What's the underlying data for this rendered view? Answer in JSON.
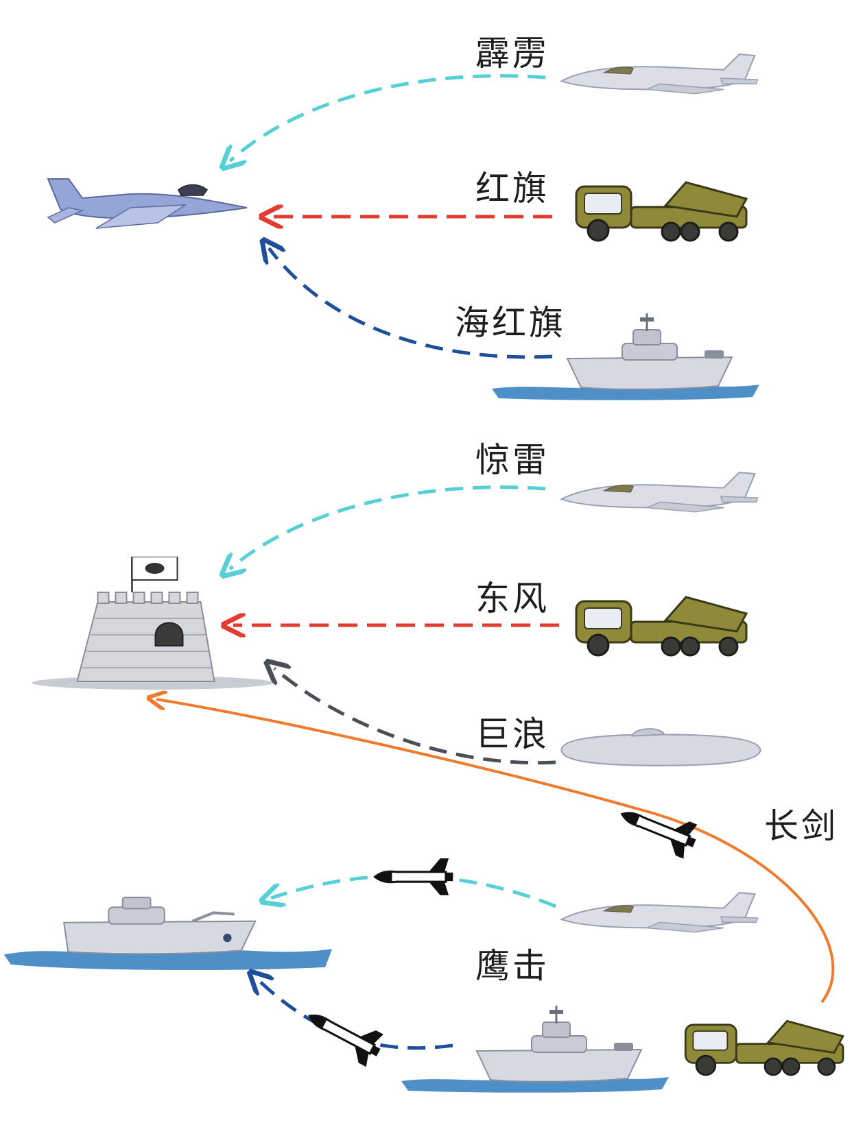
{
  "labels": {
    "pili": "霹雳",
    "hongqi": "红旗",
    "haihongqi": "海红旗",
    "jinglei": "惊雷",
    "dongfeng": "东风",
    "julang": "巨浪",
    "changjian": "长剑",
    "yingji": "鹰击"
  },
  "colors": {
    "air_to_x": "#56cfd6",
    "ground_to_x": "#e23b2f",
    "sea_to_x": "#1f4f9a",
    "sub_to_x": "#4a4f55",
    "cruise": "#ee7a2e",
    "jet_body": "#d9dbe6",
    "fighter_body": "#8d9ed0",
    "truck_body": "#8f8a3a",
    "ship_body": "#d6d9e2",
    "water": "#4f8fc7",
    "fort": "#c9cbd2"
  }
}
